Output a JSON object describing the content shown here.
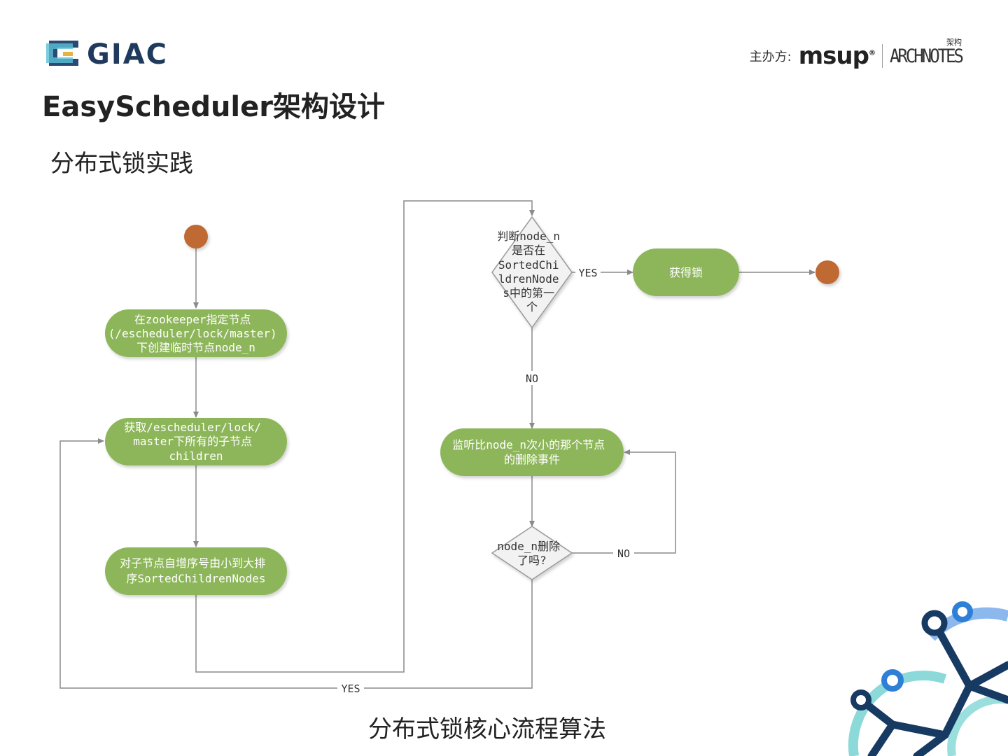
{
  "header": {
    "logo_text": "GIAC",
    "sponsor_label": "主办方:",
    "sponsor_msup": "msup",
    "sponsor_msup_mark": "®",
    "sponsor_arch": "ARCHNOTES",
    "sponsor_arch_small": "架构"
  },
  "title": "EasyScheduler架构设计",
  "subtitle": "分布式锁实践",
  "caption": "分布式锁核心流程算法",
  "flow": {
    "node_create": [
      "在zookeeper指定节点",
      "(/escheduler/lock/master)",
      "下创建临时节点node_n"
    ],
    "node_get_children": [
      "获取/escheduler/lock/",
      "master下所有的子节点",
      "children"
    ],
    "node_sort": [
      "对子节点自增序号由小到大排",
      "序SortedChildrenNodes"
    ],
    "decision_first": [
      "判断node_n",
      "是否在",
      "SortedChi",
      "ldrenNode",
      "s中的第一",
      "个"
    ],
    "node_acquire": [
      "获得锁"
    ],
    "node_watch": [
      "监听比node_n次小的那个节点",
      "的删除事件"
    ],
    "decision_deleted": [
      "node_n删除",
      "了吗?"
    ],
    "label_yes_first": "YES",
    "label_no_first": "NO",
    "label_no_deleted": "NO",
    "label_yes_deleted": "YES"
  },
  "colors": {
    "node_fill": "#8db65a",
    "terminal_fill": "#bf6b30",
    "edge": "#8a8a8a",
    "diamond_fill": "#f2f2f2"
  }
}
